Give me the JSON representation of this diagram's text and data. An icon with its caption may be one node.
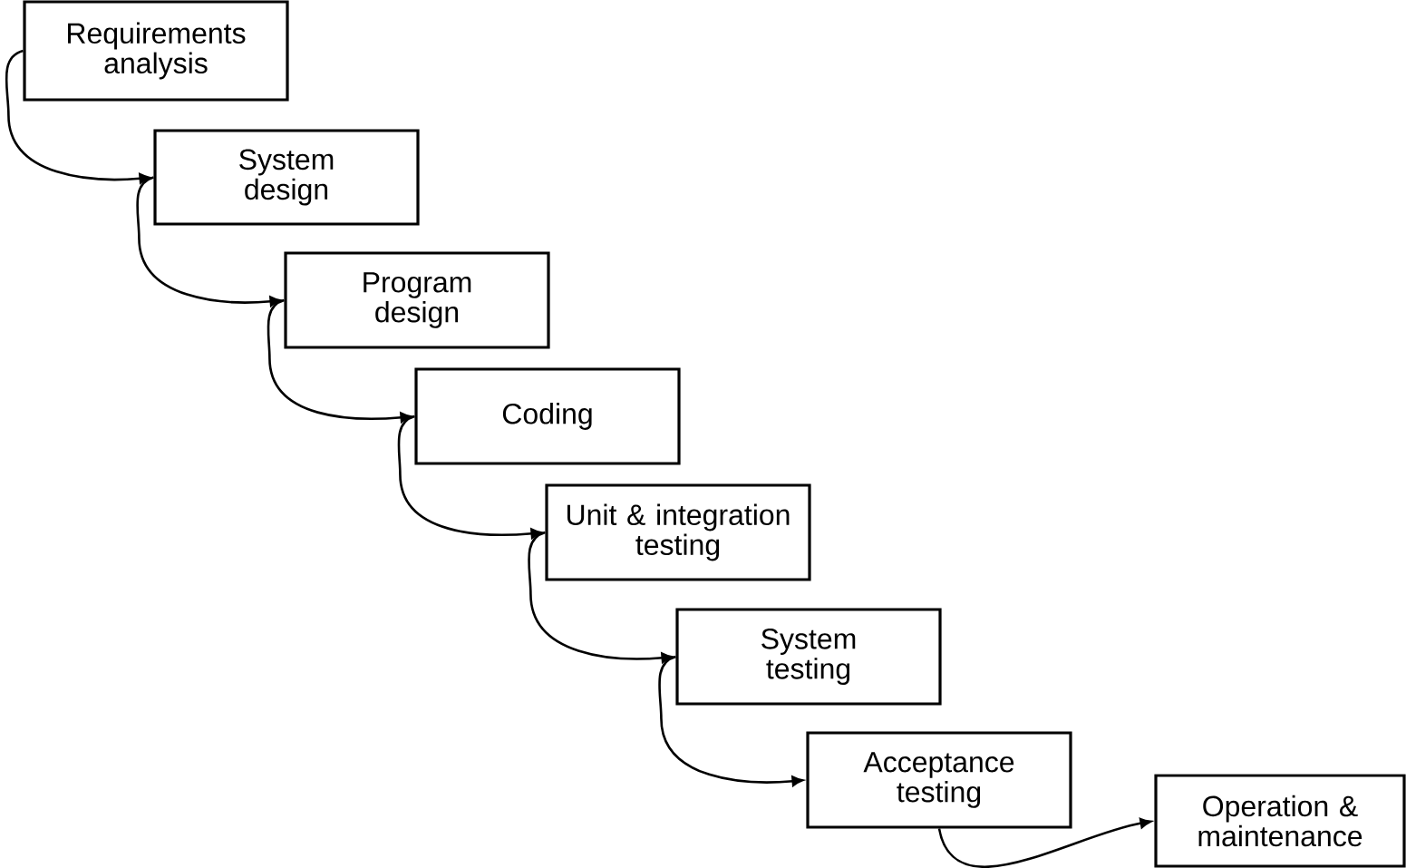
{
  "diagram": {
    "nodes": [
      {
        "text": [
          "Requirements analysis"
        ]
      },
      {
        "text": [
          "System design"
        ]
      },
      {
        "text": [
          "Program design"
        ]
      },
      {
        "text": [
          "Coding"
        ]
      },
      {
        "text": [
          "Unit & integration testing"
        ]
      },
      {
        "text": [
          "System testing"
        ]
      },
      {
        "text": [
          "Acceptance testing"
        ]
      },
      {
        "text": [
          "Operation & maintenance"
        ]
      }
    ],
    "edges": [
      {
        "from": 0,
        "to": 1,
        "arrow": "to"
      },
      {
        "from": 1,
        "to": 2,
        "arrow": "to"
      },
      {
        "from": 2,
        "to": 3,
        "arrow": "to"
      },
      {
        "from": 3,
        "to": 4,
        "arrow": "to"
      },
      {
        "from": 4,
        "to": 5,
        "arrow": "to"
      },
      {
        "from": 5,
        "to": 6,
        "arrow": "to"
      },
      {
        "from": 6,
        "to": 7,
        "arrow": "to"
      }
    ]
  }
}
